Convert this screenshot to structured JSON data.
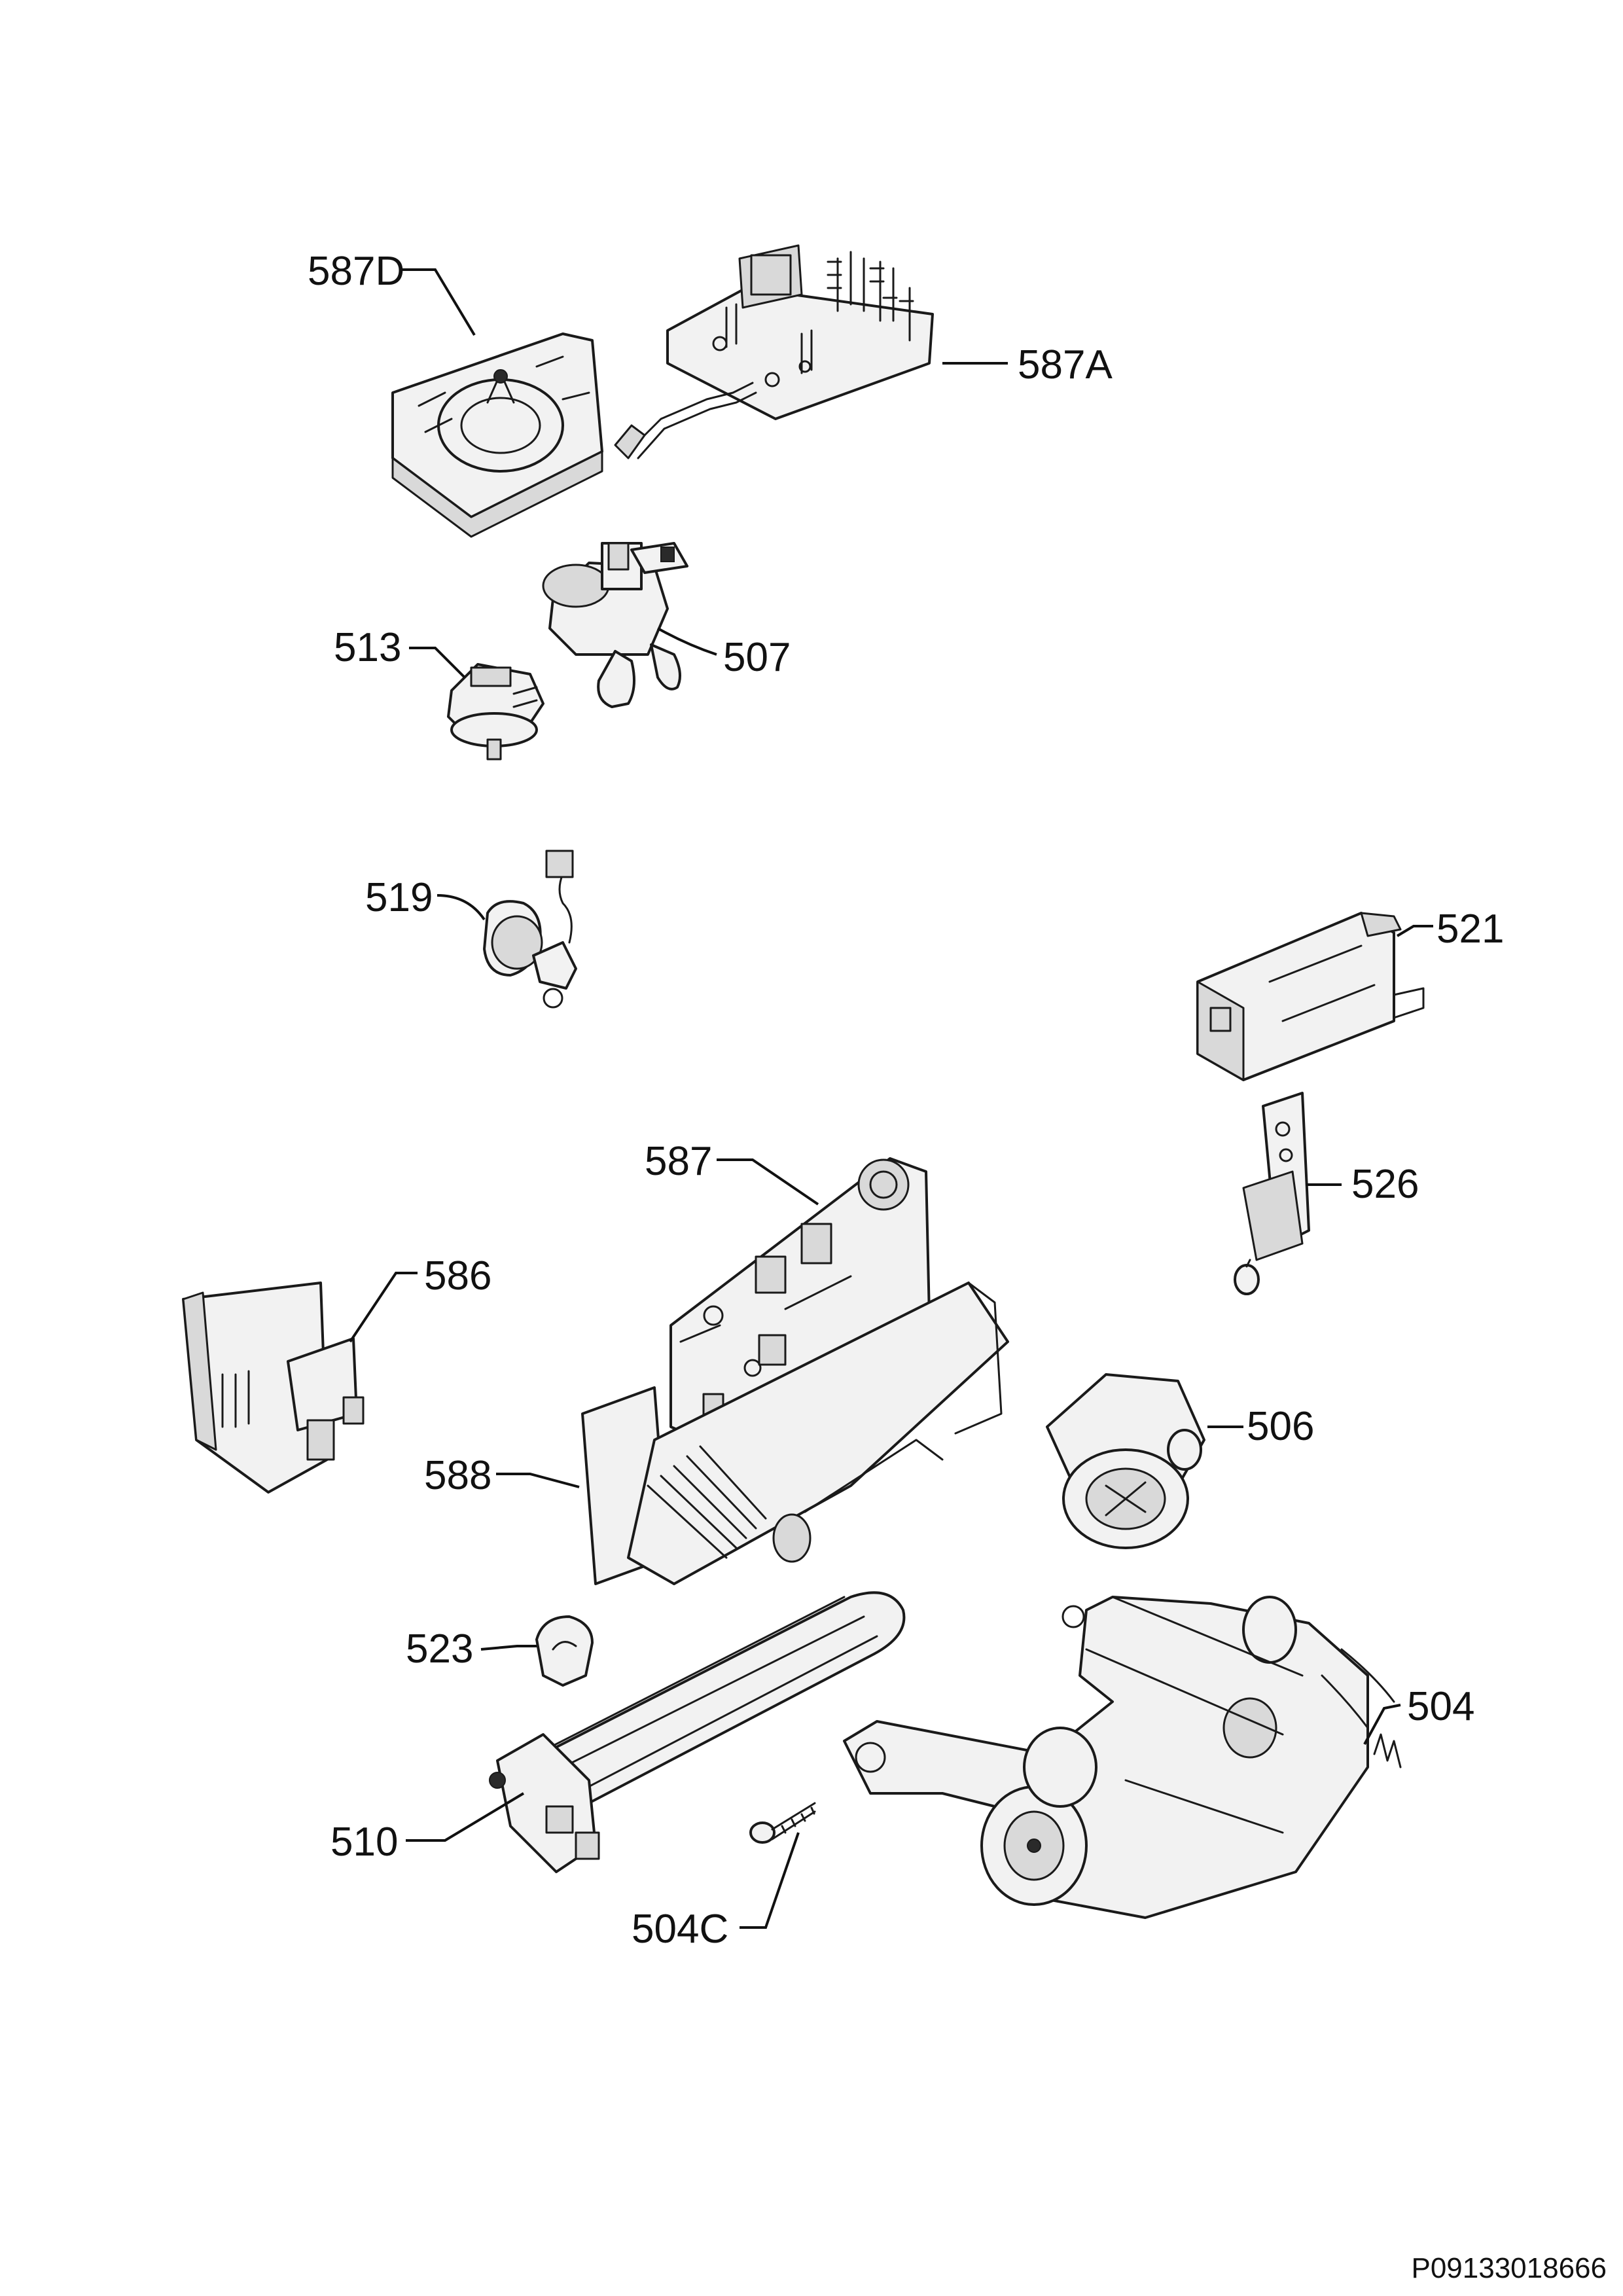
{
  "labels": {
    "p587D": "587D",
    "p587A": "587A",
    "p513": "513",
    "p507": "507",
    "p519": "519",
    "p521": "521",
    "p526": "526",
    "p587": "587",
    "p586": "586",
    "p506": "506",
    "p588": "588",
    "p523": "523",
    "p504": "504",
    "p510": "510",
    "p504C": "504C"
  },
  "document_id": "P09133018666"
}
